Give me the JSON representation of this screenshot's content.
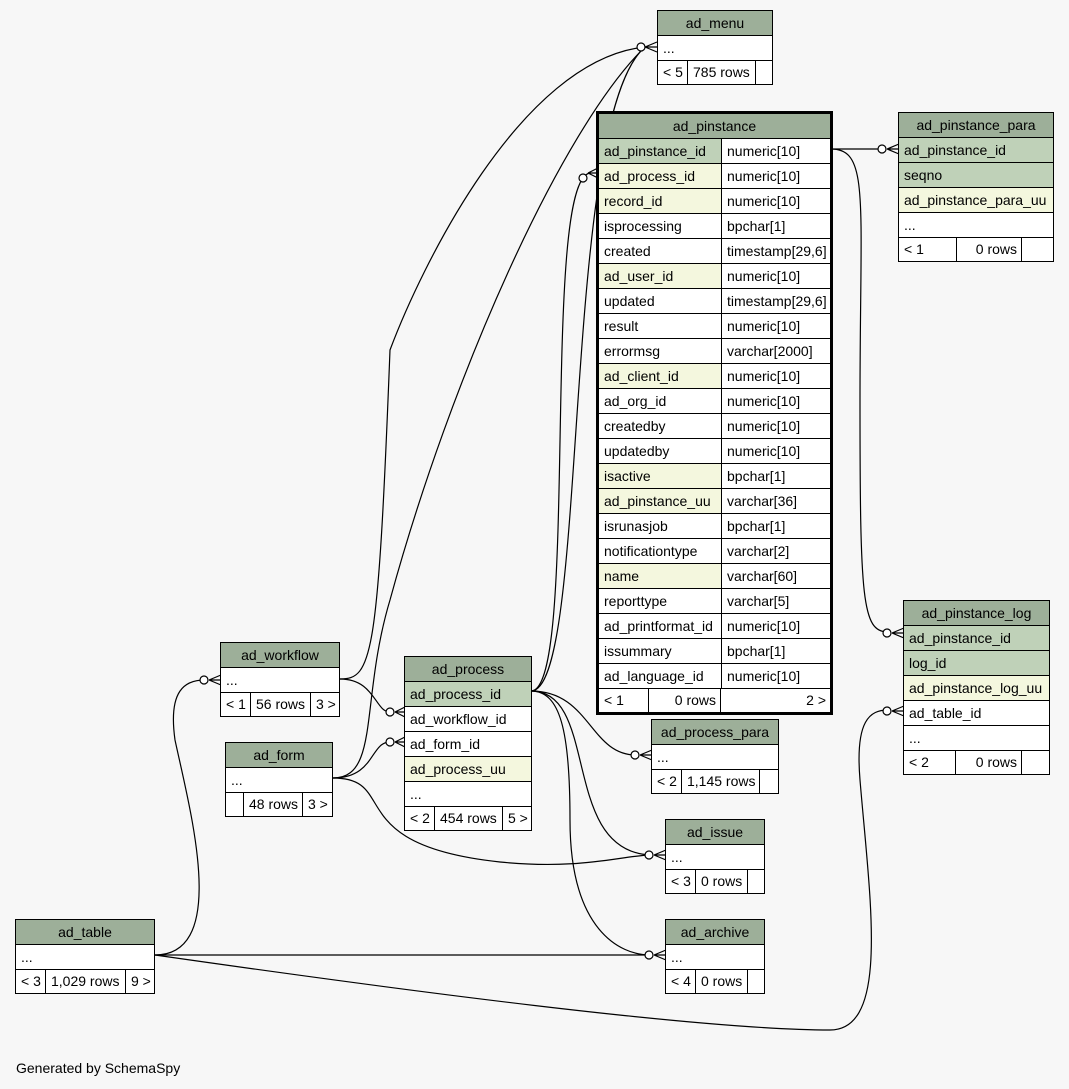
{
  "footer": {
    "credit": "Generated by SchemaSpy"
  },
  "tables": {
    "ad_menu": {
      "name": "ad_menu",
      "ellipsis": "...",
      "parents": "< 5",
      "rows": "785 rows",
      "children": ""
    },
    "ad_pinstance": {
      "name": "ad_pinstance",
      "columns": [
        {
          "name": "ad_pinstance_id",
          "type": "numeric[10]",
          "kind": "pk"
        },
        {
          "name": "ad_process_id",
          "type": "numeric[10]",
          "kind": "fk"
        },
        {
          "name": "record_id",
          "type": "numeric[10]",
          "kind": "fk"
        },
        {
          "name": "isprocessing",
          "type": "bpchar[1]",
          "kind": "plain"
        },
        {
          "name": "created",
          "type": "timestamp[29,6]",
          "kind": "plain"
        },
        {
          "name": "ad_user_id",
          "type": "numeric[10]",
          "kind": "fk"
        },
        {
          "name": "updated",
          "type": "timestamp[29,6]",
          "kind": "plain"
        },
        {
          "name": "result",
          "type": "numeric[10]",
          "kind": "plain"
        },
        {
          "name": "errormsg",
          "type": "varchar[2000]",
          "kind": "plain"
        },
        {
          "name": "ad_client_id",
          "type": "numeric[10]",
          "kind": "fk"
        },
        {
          "name": "ad_org_id",
          "type": "numeric[10]",
          "kind": "plain"
        },
        {
          "name": "createdby",
          "type": "numeric[10]",
          "kind": "plain"
        },
        {
          "name": "updatedby",
          "type": "numeric[10]",
          "kind": "plain"
        },
        {
          "name": "isactive",
          "type": "bpchar[1]",
          "kind": "fk"
        },
        {
          "name": "ad_pinstance_uu",
          "type": "varchar[36]",
          "kind": "fk"
        },
        {
          "name": "isrunasjob",
          "type": "bpchar[1]",
          "kind": "plain"
        },
        {
          "name": "notificationtype",
          "type": "varchar[2]",
          "kind": "plain"
        },
        {
          "name": "name",
          "type": "varchar[60]",
          "kind": "fk"
        },
        {
          "name": "reporttype",
          "type": "varchar[5]",
          "kind": "plain"
        },
        {
          "name": "ad_printformat_id",
          "type": "numeric[10]",
          "kind": "plain"
        },
        {
          "name": "issummary",
          "type": "bpchar[1]",
          "kind": "plain"
        },
        {
          "name": "ad_language_id",
          "type": "numeric[10]",
          "kind": "plain"
        }
      ],
      "parents": "< 1",
      "rows": "0 rows",
      "children": "2 >"
    },
    "ad_pinstance_para": {
      "name": "ad_pinstance_para",
      "columns": [
        {
          "name": "ad_pinstance_id",
          "kind": "pk"
        },
        {
          "name": "seqno",
          "kind": "pk"
        },
        {
          "name": "ad_pinstance_para_uu",
          "kind": "fk"
        }
      ],
      "ellipsis": "...",
      "parents": "< 1",
      "rows": "0 rows",
      "children": ""
    },
    "ad_pinstance_log": {
      "name": "ad_pinstance_log",
      "columns": [
        {
          "name": "ad_pinstance_id",
          "kind": "pk"
        },
        {
          "name": "log_id",
          "kind": "pk"
        },
        {
          "name": "ad_pinstance_log_uu",
          "kind": "fk"
        },
        {
          "name": "ad_table_id",
          "kind": "plain"
        }
      ],
      "ellipsis": "...",
      "parents": "< 2",
      "rows": "0 rows",
      "children": ""
    },
    "ad_workflow": {
      "name": "ad_workflow",
      "ellipsis": "...",
      "parents": "< 1",
      "rows": "56 rows",
      "children": "3 >"
    },
    "ad_process": {
      "name": "ad_process",
      "columns": [
        {
          "name": "ad_process_id",
          "kind": "pk"
        },
        {
          "name": "ad_workflow_id",
          "kind": "plain"
        },
        {
          "name": "ad_form_id",
          "kind": "plain"
        },
        {
          "name": "ad_process_uu",
          "kind": "fk"
        }
      ],
      "ellipsis": "...",
      "parents": "< 2",
      "rows": "454 rows",
      "children": "5 >"
    },
    "ad_form": {
      "name": "ad_form",
      "ellipsis": "...",
      "parents": "",
      "rows": "48 rows",
      "children": "3 >"
    },
    "ad_process_para": {
      "name": "ad_process_para",
      "ellipsis": "...",
      "parents": "< 2",
      "rows": "1,145 rows",
      "children": ""
    },
    "ad_issue": {
      "name": "ad_issue",
      "ellipsis": "...",
      "parents": "< 3",
      "rows": "0 rows",
      "children": ""
    },
    "ad_archive": {
      "name": "ad_archive",
      "ellipsis": "...",
      "parents": "< 4",
      "rows": "0 rows",
      "children": ""
    },
    "ad_table": {
      "name": "ad_table",
      "ellipsis": "...",
      "parents": "< 3",
      "rows": "1,029 rows",
      "children": "9 >"
    }
  }
}
